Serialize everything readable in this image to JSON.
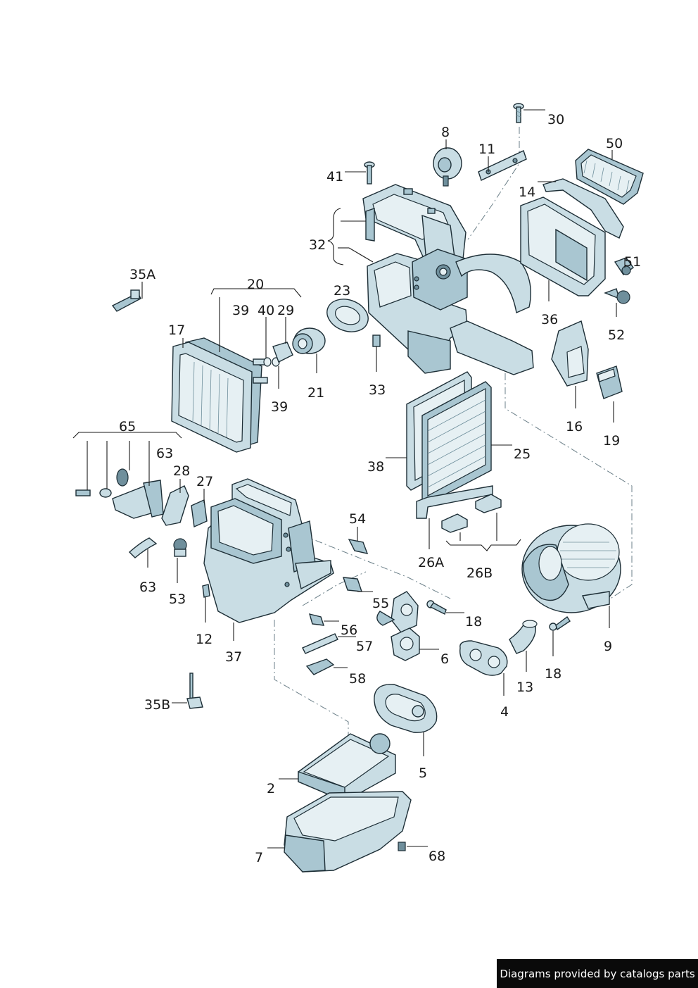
{
  "labels": {
    "l30": "30",
    "l8": "8",
    "l11": "11",
    "l50": "50",
    "l41": "41",
    "l14": "14",
    "l32": "32",
    "l35A": "35A",
    "l20": "20",
    "l23": "23",
    "l39a": "39",
    "l40": "40",
    "l29": "29",
    "l51": "51",
    "l17": "17",
    "l36": "36",
    "l52": "52",
    "l21": "21",
    "l33": "33",
    "l39b": "39",
    "l16": "16",
    "l19": "19",
    "l65": "65",
    "l25": "25",
    "l63a": "63",
    "l38": "38",
    "l28": "28",
    "l27": "27",
    "l54": "54",
    "l26A": "26A",
    "l26B": "26B",
    "l63b": "63",
    "l53": "53",
    "l55": "55",
    "l18a": "18",
    "l12": "12",
    "l56": "56",
    "l9": "9",
    "l57": "57",
    "l37": "37",
    "l6": "6",
    "l18b": "18",
    "l13": "13",
    "l58": "58",
    "l35B": "35B",
    "l4": "4",
    "l5": "5",
    "l2": "2",
    "l7": "7",
    "l68": "68"
  },
  "credit": "Diagrams provided by catalogs parts"
}
